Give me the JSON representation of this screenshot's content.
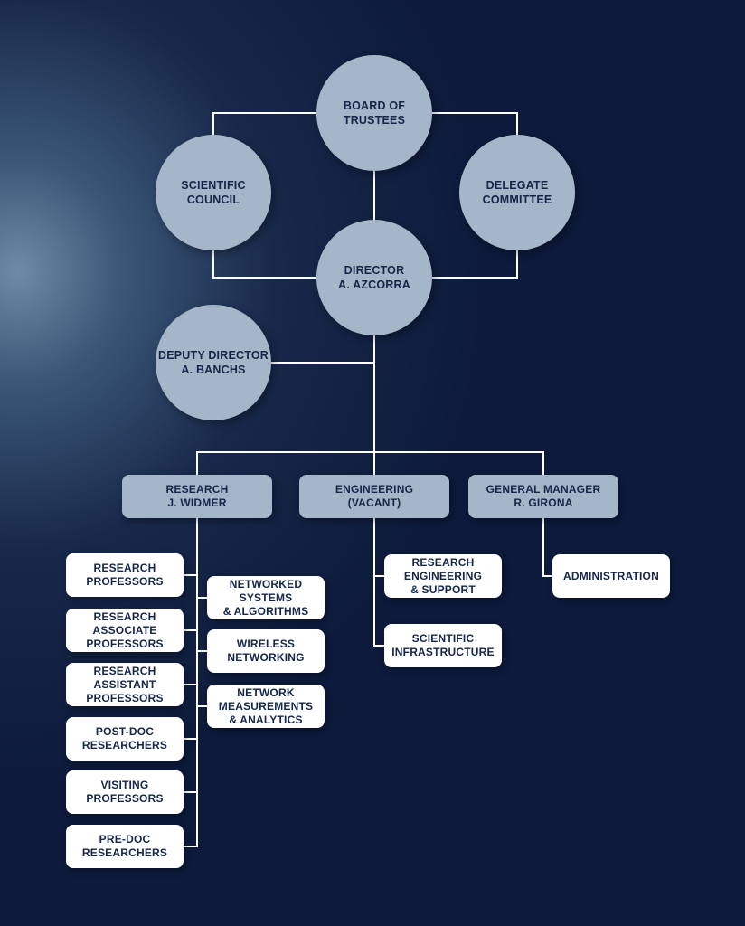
{
  "chart_data": {
    "type": "org-chart",
    "nodes": [
      {
        "id": "board",
        "shape": "circle",
        "lines": [
          "BOARD OF",
          "TRUSTEES"
        ]
      },
      {
        "id": "scientific-council",
        "shape": "circle",
        "lines": [
          "SCIENTIFIC",
          "COUNCIL"
        ]
      },
      {
        "id": "delegate-committee",
        "shape": "circle",
        "lines": [
          "DELEGATE",
          "COMMITTEE"
        ]
      },
      {
        "id": "director",
        "shape": "circle",
        "lines": [
          "DIRECTOR",
          "A. AZCORRA"
        ]
      },
      {
        "id": "deputy-director",
        "shape": "circle",
        "lines": [
          "DEPUTY DIRECTOR",
          "A. BANCHS"
        ]
      },
      {
        "id": "research",
        "shape": "unit",
        "lines": [
          "RESEARCH",
          "J. WIDMER"
        ]
      },
      {
        "id": "engineering",
        "shape": "unit",
        "lines": [
          "ENGINEERING",
          "(VACANT)"
        ]
      },
      {
        "id": "general-manager",
        "shape": "unit",
        "lines": [
          "GENERAL MANAGER",
          "R. GIRONA"
        ]
      },
      {
        "id": "research-professors",
        "shape": "box",
        "lines": [
          "RESEARCH",
          "PROFESSORS"
        ]
      },
      {
        "id": "research-associate-professors",
        "shape": "box",
        "lines": [
          "RESEARCH",
          "ASSOCIATE",
          "PROFESSORS"
        ]
      },
      {
        "id": "research-assistant-professors",
        "shape": "box",
        "lines": [
          "RESEARCH",
          "ASSISTANT",
          "PROFESSORS"
        ]
      },
      {
        "id": "post-doc-researchers",
        "shape": "box",
        "lines": [
          "POST-DOC",
          "RESEARCHERS"
        ]
      },
      {
        "id": "visiting-professors",
        "shape": "box",
        "lines": [
          "VISITING",
          "PROFESSORS"
        ]
      },
      {
        "id": "pre-doc-researchers",
        "shape": "box",
        "lines": [
          "PRE-DOC",
          "RESEARCHERS"
        ]
      },
      {
        "id": "networked-systems",
        "shape": "box",
        "lines": [
          "NETWORKED",
          "SYSTEMS",
          "& ALGORITHMS"
        ]
      },
      {
        "id": "wireless-networking",
        "shape": "box",
        "lines": [
          "WIRELESS",
          "NETWORKING"
        ]
      },
      {
        "id": "network-measurements",
        "shape": "box",
        "lines": [
          "NETWORK",
          "MEASUREMENTS",
          "& ANALYTICS"
        ]
      },
      {
        "id": "research-engineering-support",
        "shape": "box",
        "lines": [
          "RESEARCH",
          "ENGINEERING",
          "& SUPPORT"
        ]
      },
      {
        "id": "scientific-infrastructure",
        "shape": "box",
        "lines": [
          "SCIENTIFIC",
          "INFRASTRUCTURE"
        ]
      },
      {
        "id": "administration",
        "shape": "box",
        "lines": [
          "ADMINISTRATION"
        ]
      }
    ],
    "edges": [
      [
        "board",
        "scientific-council"
      ],
      [
        "board",
        "delegate-committee"
      ],
      [
        "board",
        "director"
      ],
      [
        "scientific-council",
        "director"
      ],
      [
        "delegate-committee",
        "director"
      ],
      [
        "director",
        "deputy-director"
      ],
      [
        "director",
        "research"
      ],
      [
        "director",
        "engineering"
      ],
      [
        "director",
        "general-manager"
      ],
      [
        "research",
        "research-professors"
      ],
      [
        "research",
        "research-associate-professors"
      ],
      [
        "research",
        "research-assistant-professors"
      ],
      [
        "research",
        "post-doc-researchers"
      ],
      [
        "research",
        "visiting-professors"
      ],
      [
        "research",
        "pre-doc-researchers"
      ],
      [
        "research",
        "networked-systems"
      ],
      [
        "research",
        "wireless-networking"
      ],
      [
        "research",
        "network-measurements"
      ],
      [
        "engineering",
        "research-engineering-support"
      ],
      [
        "engineering",
        "scientific-infrastructure"
      ],
      [
        "general-manager",
        "administration"
      ]
    ]
  },
  "colors": {
    "background_dark": "#0d1a3b",
    "background_light": "#6d8aa6",
    "circle_fill": "#a5b6c8",
    "unit_fill": "#a5b6c8",
    "box_fill": "#ffffff",
    "text": "#15264a",
    "connector": "#ffffff"
  }
}
